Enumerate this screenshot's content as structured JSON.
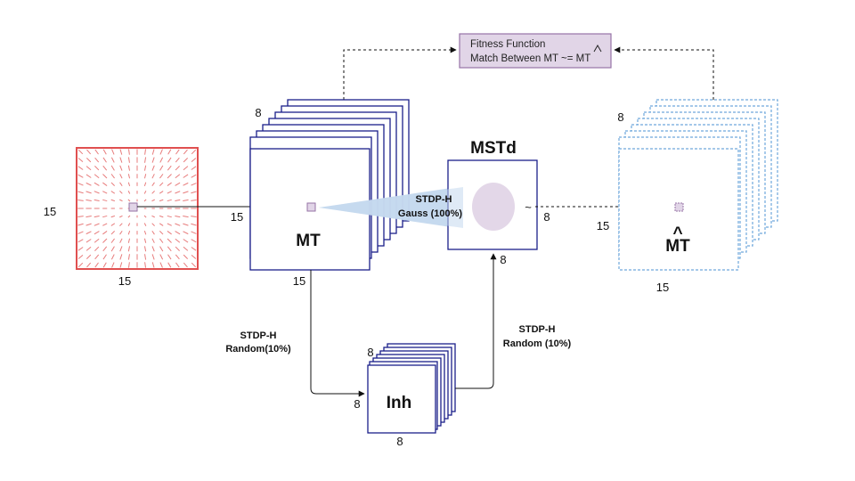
{
  "fitness": {
    "line1": "Fitness Function",
    "line2": "Match Between MT ~= MT"
  },
  "input": {
    "left_label": "15",
    "bottom_label": "15"
  },
  "mt": {
    "name": "MT",
    "depth_label": "8",
    "left_label": "15",
    "bottom_label": "15"
  },
  "mstd": {
    "name": "MSTd",
    "right_label": "8",
    "bottom_label": "8",
    "output_glyph": "~"
  },
  "projection": {
    "line1": "STDP-H",
    "line2": "Gauss (100%)"
  },
  "mt_hat": {
    "name": "MT",
    "hat": "^",
    "depth_label": "8",
    "left_label": "15",
    "bottom_label": "15"
  },
  "inh": {
    "name": "Inh",
    "top_label": "8",
    "left_label": "8",
    "bottom_label": "8"
  },
  "mt_to_inh": {
    "line1": "STDP-H",
    "line2": "Random(10%)"
  },
  "inh_to_mstd": {
    "line1": "STDP-H",
    "line2": "Random (10%)"
  },
  "colors": {
    "input_red": "#e05050",
    "layer_blue": "#1b1f8a",
    "dashed_blue": "#6fa8dc",
    "lavender": "#e1d5e7",
    "lavender_border": "#9673a6",
    "cone_blue": "#c5d9ee"
  }
}
